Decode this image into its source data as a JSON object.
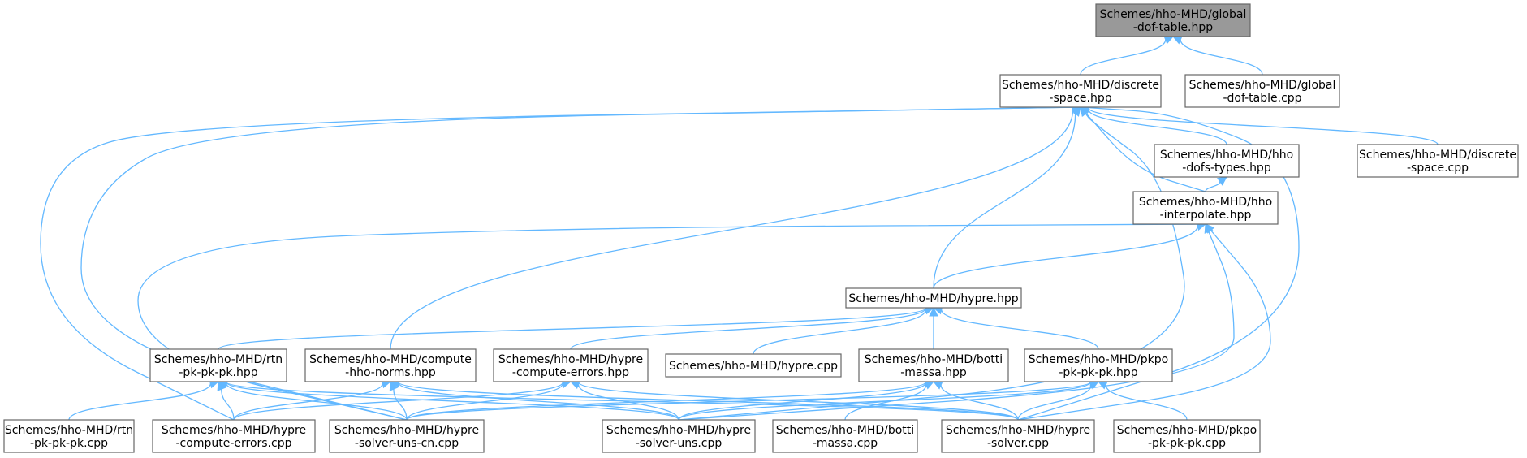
{
  "nodes": [
    {
      "id": "root",
      "lines": [
        "Schemes/hho-MHD/global",
        "-dof-table.hpp"
      ],
      "root": true
    },
    {
      "id": "discrete_hpp",
      "lines": [
        "Schemes/hho-MHD/discrete",
        "-space.hpp"
      ]
    },
    {
      "id": "global_cpp",
      "lines": [
        "Schemes/hho-MHD/global",
        "-dof-table.cpp"
      ]
    },
    {
      "id": "dofs_types",
      "lines": [
        "Schemes/hho-MHD/hho",
        "-dofs-types.hpp"
      ]
    },
    {
      "id": "discrete_cpp",
      "lines": [
        "Schemes/hho-MHD/discrete",
        "-space.cpp"
      ]
    },
    {
      "id": "interpolate",
      "lines": [
        "Schemes/hho-MHD/hho",
        "-interpolate.hpp"
      ]
    },
    {
      "id": "hypre_hpp",
      "lines": [
        "Schemes/hho-MHD/hypre.hpp"
      ]
    },
    {
      "id": "rtn_hpp",
      "lines": [
        "Schemes/hho-MHD/rtn",
        "-pk-pk-pk.hpp"
      ]
    },
    {
      "id": "compute_norms",
      "lines": [
        "Schemes/hho-MHD/compute",
        "-hho-norms.hpp"
      ]
    },
    {
      "id": "hypre_ce_hpp",
      "lines": [
        "Schemes/hho-MHD/hypre",
        "-compute-errors.hpp"
      ]
    },
    {
      "id": "hypre_cpp",
      "lines": [
        "Schemes/hho-MHD/hypre.cpp"
      ]
    },
    {
      "id": "botti_hpp",
      "lines": [
        "Schemes/hho-MHD/botti",
        "-massa.hpp"
      ]
    },
    {
      "id": "pkpo_hpp",
      "lines": [
        "Schemes/hho-MHD/pkpo",
        "-pk-pk-pk.hpp"
      ]
    },
    {
      "id": "rtn_cpp",
      "lines": [
        "Schemes/hho-MHD/rtn",
        "-pk-pk-pk.cpp"
      ]
    },
    {
      "id": "hypre_ce_cpp",
      "lines": [
        "Schemes/hho-MHD/hypre",
        "-compute-errors.cpp"
      ]
    },
    {
      "id": "hypre_suc_cpp",
      "lines": [
        "Schemes/hho-MHD/hypre",
        "-solver-uns-cn.cpp"
      ]
    },
    {
      "id": "hypre_su_cpp",
      "lines": [
        "Schemes/hho-MHD/hypre",
        "-solver-uns.cpp"
      ]
    },
    {
      "id": "botti_cpp",
      "lines": [
        "Schemes/hho-MHD/botti",
        "-massa.cpp"
      ]
    },
    {
      "id": "hypre_s_cpp",
      "lines": [
        "Schemes/hho-MHD/hypre",
        "-solver.cpp"
      ]
    },
    {
      "id": "pkpo_cpp",
      "lines": [
        "Schemes/hho-MHD/pkpo",
        "-pk-pk-pk.cpp"
      ]
    }
  ],
  "edges": [
    {
      "from": "discrete_hpp",
      "to": "root"
    },
    {
      "from": "global_cpp",
      "to": "root"
    },
    {
      "from": "dofs_types",
      "to": "discrete_hpp"
    },
    {
      "from": "discrete_cpp",
      "to": "discrete_hpp"
    },
    {
      "from": "interpolate",
      "to": "discrete_hpp"
    },
    {
      "from": "hypre_hpp",
      "to": "discrete_hpp"
    },
    {
      "from": "compute_norms",
      "to": "discrete_hpp"
    },
    {
      "from": "hypre_ce_cpp",
      "to": "discrete_hpp"
    },
    {
      "from": "hypre_suc_cpp",
      "to": "discrete_hpp"
    },
    {
      "from": "hypre_su_cpp",
      "to": "discrete_hpp"
    },
    {
      "from": "hypre_s_cpp",
      "to": "discrete_hpp"
    },
    {
      "from": "interpolate",
      "to": "dofs_types"
    },
    {
      "from": "hypre_hpp",
      "to": "interpolate"
    },
    {
      "from": "hypre_suc_cpp",
      "to": "interpolate"
    },
    {
      "from": "hypre_su_cpp",
      "to": "interpolate"
    },
    {
      "from": "hypre_s_cpp",
      "to": "interpolate"
    },
    {
      "from": "rtn_hpp",
      "to": "hypre_hpp"
    },
    {
      "from": "hypre_ce_hpp",
      "to": "hypre_hpp"
    },
    {
      "from": "hypre_cpp",
      "to": "hypre_hpp"
    },
    {
      "from": "botti_hpp",
      "to": "hypre_hpp"
    },
    {
      "from": "pkpo_hpp",
      "to": "hypre_hpp"
    },
    {
      "from": "rtn_cpp",
      "to": "rtn_hpp"
    },
    {
      "from": "hypre_ce_cpp",
      "to": "rtn_hpp"
    },
    {
      "from": "hypre_suc_cpp",
      "to": "rtn_hpp"
    },
    {
      "from": "hypre_su_cpp",
      "to": "rtn_hpp"
    },
    {
      "from": "hypre_s_cpp",
      "to": "rtn_hpp"
    },
    {
      "from": "hypre_ce_cpp",
      "to": "compute_norms"
    },
    {
      "from": "hypre_suc_cpp",
      "to": "compute_norms"
    },
    {
      "from": "hypre_su_cpp",
      "to": "compute_norms"
    },
    {
      "from": "hypre_s_cpp",
      "to": "compute_norms"
    },
    {
      "from": "hypre_ce_cpp",
      "to": "hypre_ce_hpp"
    },
    {
      "from": "hypre_suc_cpp",
      "to": "hypre_ce_hpp"
    },
    {
      "from": "hypre_su_cpp",
      "to": "hypre_ce_hpp"
    },
    {
      "from": "hypre_s_cpp",
      "to": "hypre_ce_hpp"
    },
    {
      "from": "hypre_suc_cpp",
      "to": "botti_hpp"
    },
    {
      "from": "hypre_su_cpp",
      "to": "botti_hpp"
    },
    {
      "from": "botti_cpp",
      "to": "botti_hpp"
    },
    {
      "from": "hypre_s_cpp",
      "to": "botti_hpp"
    },
    {
      "from": "hypre_suc_cpp",
      "to": "pkpo_hpp"
    },
    {
      "from": "hypre_su_cpp",
      "to": "pkpo_hpp"
    },
    {
      "from": "hypre_s_cpp",
      "to": "pkpo_hpp"
    },
    {
      "from": "pkpo_cpp",
      "to": "pkpo_hpp"
    }
  ]
}
